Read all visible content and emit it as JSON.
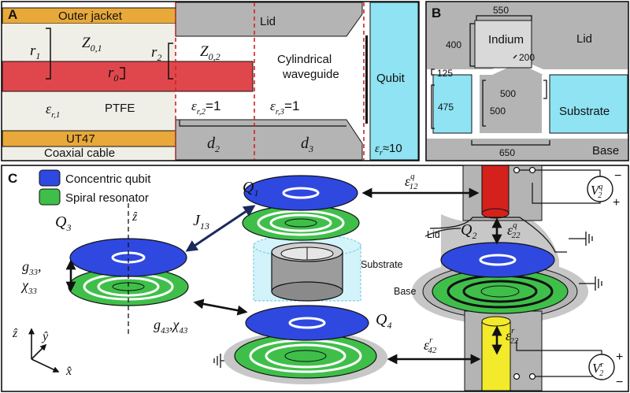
{
  "panels": {
    "a": {
      "letter": "A",
      "outer_jacket": "Outer jacket",
      "lid": "Lid",
      "r1": "r",
      "r1_sub": "1",
      "z01": "Z",
      "z01_sub": "0,1",
      "r2": "r",
      "r2_sub": "2",
      "z02": "Z",
      "z02_sub": "0,2",
      "r0": "r",
      "r0_sub": "0",
      "cyl_line1": "Cylindrical",
      "cyl_line2": "waveguide",
      "qubit": "Qubit",
      "eps1": "ε",
      "eps1_sub": "r,1",
      "ptfe": "PTFE",
      "eps2": "ε",
      "eps2_sub": "r,2",
      "eps2_val": "=1",
      "eps3": "ε",
      "eps3_sub": "r,3",
      "eps3_val": "=1",
      "ut47": "UT47",
      "coax": "Coaxial cable",
      "d2": "d",
      "d2_sub": "2",
      "d3": "d",
      "d3_sub": "3",
      "eps_qubit": "ε",
      "eps_qubit_sub": "r",
      "eps_qubit_val": "≈10"
    },
    "b": {
      "letter": "B",
      "dim_550": "550",
      "dim_400": "400",
      "indium": "Indium",
      "lid": "Lid",
      "dim_200": "200",
      "dim_125": "125",
      "dim_475": "475",
      "dim_500a": "500",
      "dim_500b": "500",
      "substrate": "Substrate",
      "dim_650": "650",
      "base": "Base"
    },
    "c": {
      "letter": "C",
      "legend_qubit": "Concentric qubit",
      "legend_resonator": "Spiral resonator",
      "q1": "Q",
      "q1_sub": "1",
      "q2": "Q",
      "q2_sub": "2",
      "q3": "Q",
      "q3_sub": "3",
      "q4": "Q",
      "q4_sub": "4",
      "j13": "J",
      "j13_sub": "13",
      "g33": "g",
      "g33_sub": "33",
      "g33_comma": ",",
      "chi33": "χ",
      "chi33_sub": "33",
      "g43": "g",
      "g43_sub": "43",
      "g43_comma": ",",
      "chi43": "χ",
      "chi43_sub": "43",
      "z_axis": "ẑ",
      "z_axis_plain": "ẑ",
      "y_axis": "ŷ",
      "x_axis": "x̂",
      "substrate": "Substrate",
      "base": "Base",
      "lid": "Lid",
      "eps12q": "ε",
      "eps12q_sup": "q",
      "eps12q_sub": "12",
      "eps22q": "ε",
      "eps22q_sup": "q",
      "eps22q_sub": "22",
      "eps22r": "ε",
      "eps22r_sup": "r",
      "eps22r_sub": "22",
      "eps42r": "ε",
      "eps42r_sup": "r",
      "eps42r_sub": "42",
      "v2q": "V",
      "v2q_sup": "q",
      "v2q_sub": "2",
      "v2r": "V",
      "v2r_sup": "r",
      "v2r_sub": "2",
      "minus": "−",
      "plus": "+"
    }
  },
  "colors": {
    "jacket_orange": "#e8a93a",
    "metal_gray": "#b4b4b4",
    "ptfe_white": "#efefe8",
    "pin_red": "#e0474c",
    "qubit_cyan": "#8fe3f2",
    "qubit_blue": "#2f48e0",
    "resonator_green": "#3fbf4a",
    "red_pin_dark": "#d4211c",
    "yellow_pin": "#f2ea2a",
    "dashed_red": "#d42020"
  }
}
